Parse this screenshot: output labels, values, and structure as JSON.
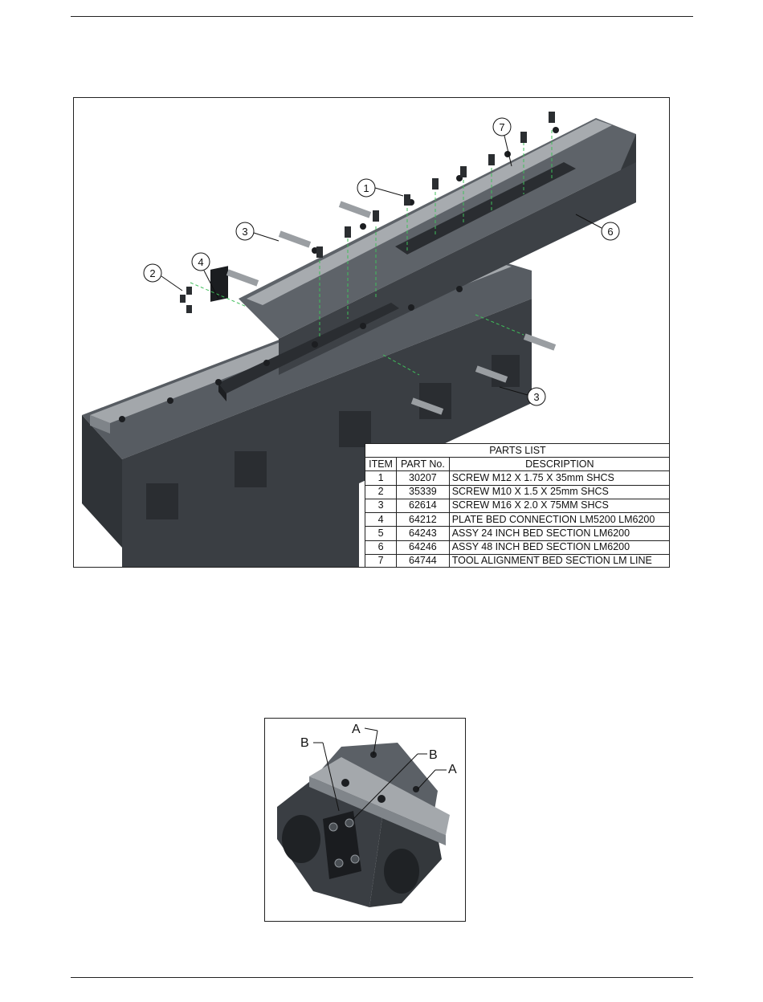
{
  "figure_main": {
    "callouts": [
      "1",
      "2",
      "3",
      "4",
      "6",
      "7",
      "3"
    ]
  },
  "parts_list": {
    "title": "PARTS LIST",
    "headers": [
      "ITEM",
      "PART No.",
      "DESCRIPTION"
    ],
    "rows": [
      [
        "1",
        "30207",
        "SCREW M12 X 1.75 X 35mm SHCS"
      ],
      [
        "2",
        "35339",
        "SCREW M10 X 1.5 X 25mm SHCS"
      ],
      [
        "3",
        "62614",
        "SCREW M16 X 2.0 X 75MM SHCS"
      ],
      [
        "4",
        "64212",
        "PLATE BED CONNECTION LM5200 LM6200"
      ],
      [
        "5",
        "64243",
        "ASSY 24 INCH BED SECTION LM6200"
      ],
      [
        "6",
        "64246",
        "ASSY 48 INCH BED SECTION LM6200"
      ],
      [
        "7",
        "64744",
        "TOOL ALIGNMENT BED SECTION LM LINE"
      ]
    ]
  },
  "figure_detail": {
    "labels": [
      "A",
      "A",
      "B",
      "B"
    ]
  },
  "colors": {
    "steel_dark": "#3b3f44",
    "steel_mid": "#5a5f65",
    "rail": "#9ea2a6",
    "centerline": "#3fbf5a"
  }
}
